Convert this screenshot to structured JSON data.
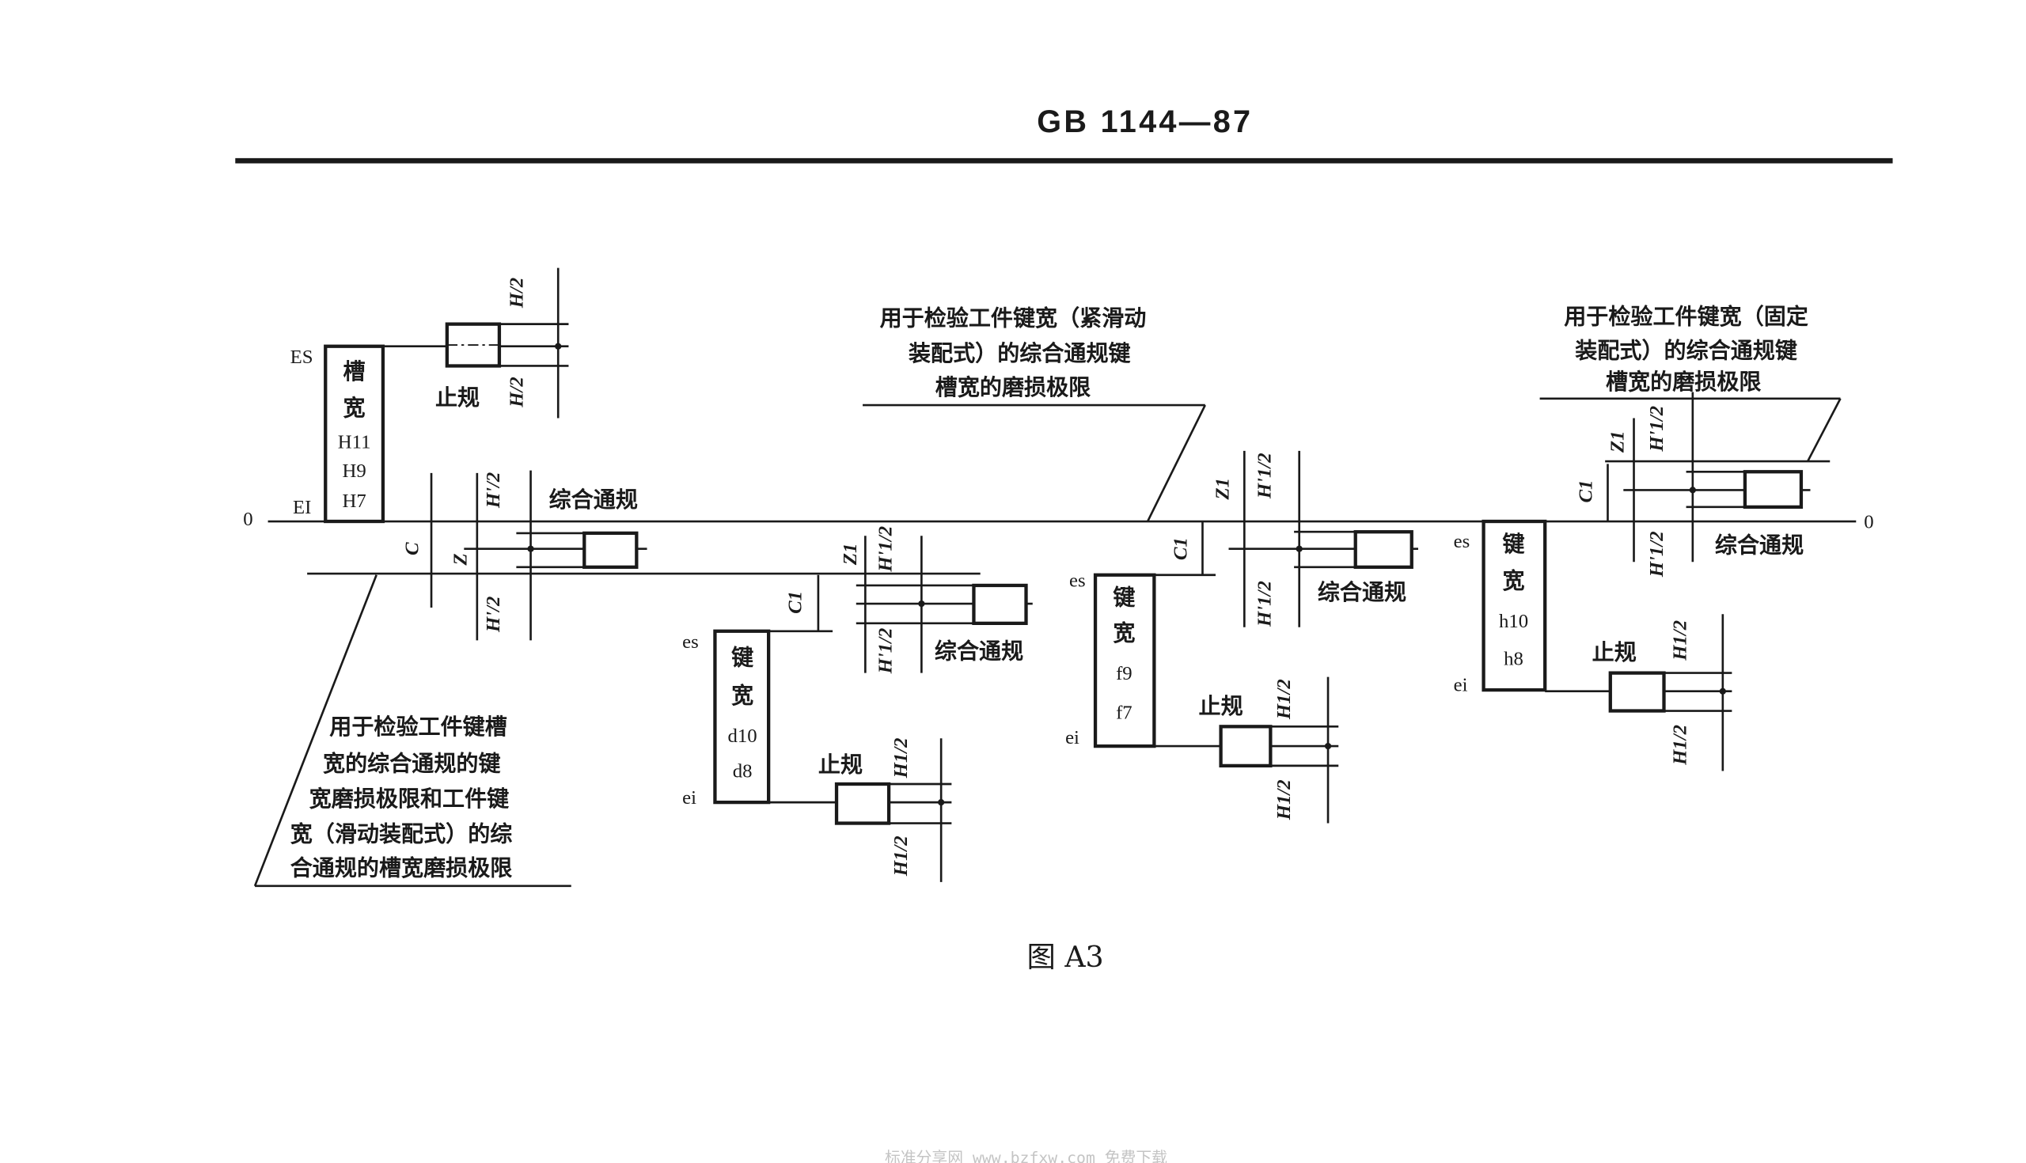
{
  "header": {
    "title": "GB 1144—87"
  },
  "zero_label": "0",
  "slot": {
    "es": "ES",
    "ei": "EI",
    "lines": [
      "槽",
      "宽",
      "H11",
      "H9",
      "H7"
    ],
    "stop_gauge": "止规",
    "go_gauge": "综合通规",
    "dim_h": "H/2",
    "dim_hp": "H'/2",
    "dim_c": "C",
    "dim_z": "Z"
  },
  "key_d": {
    "es": "es",
    "ei": "ei",
    "lines": [
      "键",
      "宽",
      "d10",
      "d8"
    ],
    "stop_gauge": "止规",
    "go_gauge": "综合通规",
    "dim_h1": "H1/2",
    "dim_h1p": "H'1/2",
    "dim_c1": "C1",
    "dim_z1": "Z1"
  },
  "key_f": {
    "es": "es",
    "ei": "ei",
    "lines": [
      "键",
      "宽",
      "f9",
      "f7"
    ],
    "stop_gauge": "止规",
    "go_gauge": "综合通规",
    "dim_h1": "H1/2",
    "dim_h1p": "H'1/2",
    "dim_c1": "C1",
    "dim_z1": "Z1"
  },
  "key_h": {
    "es": "es",
    "ei": "ei",
    "lines": [
      "键",
      "宽",
      "h10",
      "h8"
    ],
    "stop_gauge": "止规",
    "go_gauge": "综合通规",
    "dim_h1": "H1/2",
    "dim_h1p": "H'1/2",
    "dim_c1": "C1",
    "dim_z1": "Z1"
  },
  "notes": {
    "left": [
      "用于检验工件键槽",
      "宽的综合通规的键",
      "宽磨损极限和工件键",
      "宽（滑动装配式）的综",
      "合通规的槽宽磨损极限"
    ],
    "middle": [
      "用于检验工件键宽（紧滑动",
      "装配式）的综合通规键",
      "槽宽的磨损极限"
    ],
    "right": [
      "用于检验工件键宽（固定",
      "装配式）的综合通规键",
      "槽宽的磨损极限"
    ]
  },
  "caption": "图  A3",
  "watermark": "标准分享网  www.bzfxw.com  免费下载"
}
